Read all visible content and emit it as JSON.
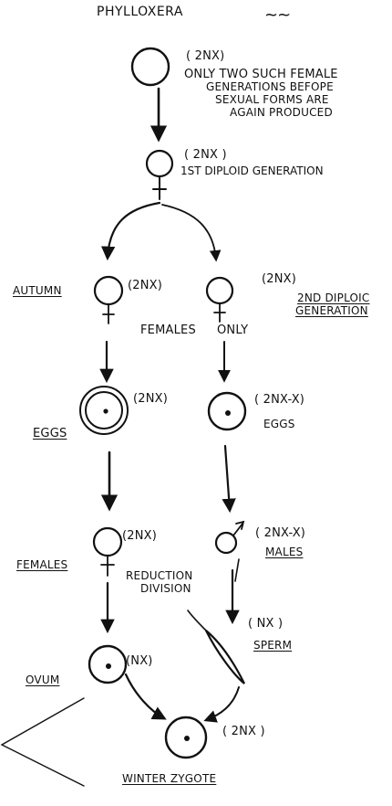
{
  "title": "PHYLLOXERA",
  "top": {
    "ploidy": "( 2NX)",
    "note_line1": "ONLY TWO SUCH FEMALE",
    "note_line2": "GENERATIONS BEFOPE",
    "note_line3": "SEXUAL FORMS ARE",
    "note_line4": "AGAIN PRODUCED"
  },
  "first_diploid": {
    "ploidy": "( 2NX )",
    "label": "1ST DIPLOID GENERATION"
  },
  "autumn": {
    "label": "AUTUMN",
    "ploidy": "(2NX)"
  },
  "second_diploid": {
    "ploidy": "(2NX)",
    "label_line1": "2ND DIPLOIC",
    "label_line2": "GENERATION"
  },
  "females_only": {
    "left": "FEMALES",
    "right": "ONLY"
  },
  "left_eggs": {
    "ploidy": "(2NX)",
    "label": "EGGS"
  },
  "right_eggs": {
    "ploidy": "( 2NX-X)",
    "label": "EGGS"
  },
  "females": {
    "label": "FEMALES",
    "ploidy": "(2NX)"
  },
  "males": {
    "ploidy": "( 2NX-X)",
    "label": "MALES"
  },
  "reduction": {
    "line1": "REDUCTION",
    "line2": "DIVISION"
  },
  "sperm": {
    "ploidy": "( NX )",
    "label": "SPERM"
  },
  "ovum": {
    "label": "OVUM",
    "ploidy": "(NX)"
  },
  "zygote": {
    "ploidy": "( 2NX )",
    "label": "WINTER ZYGOTE"
  }
}
